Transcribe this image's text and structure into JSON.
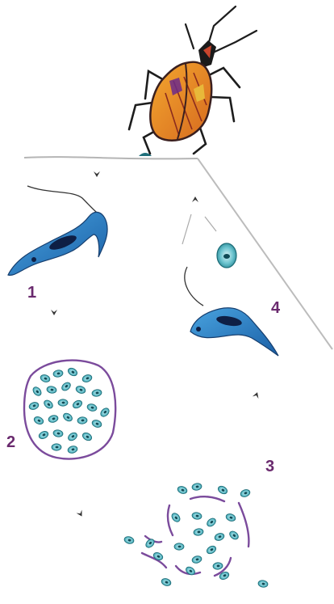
{
  "stages": [
    {
      "id": "1",
      "label": "1"
    },
    {
      "id": "2",
      "label": "2"
    },
    {
      "id": "3",
      "label": "3"
    },
    {
      "id": "4",
      "label": "4"
    }
  ],
  "colors": {
    "label": "#6a2a6e",
    "trypomastigote_body": "#2b7fc4",
    "trypomastigote_nucleus": "#0e1f45",
    "amastigote": "#3fa9b8",
    "host_cell_membrane": "#7b4b9c",
    "bug_body": "#e0872a",
    "bug_accent": "#c0392b",
    "arrow": "#333333",
    "line": "#b9b9b9"
  },
  "icons": [
    "triatomine-bug-icon",
    "arrow-icon",
    "trypomastigote-icon",
    "amastigote-icon",
    "host-cell-icon"
  ]
}
